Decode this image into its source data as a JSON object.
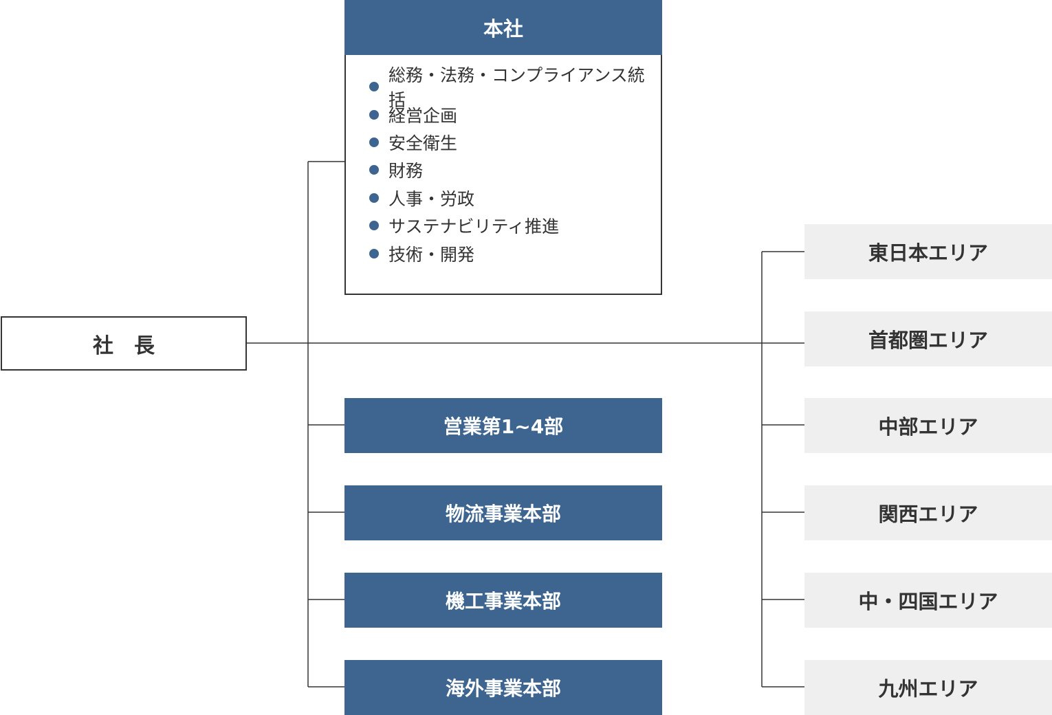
{
  "president": {
    "label": "社　長"
  },
  "headquarters": {
    "title": "本社",
    "items": [
      "総務・法務・コンプライアンス統括",
      "経営企画",
      "安全衛生",
      "財務",
      "人事・労政",
      "サステナビリティ推進",
      "技術・開発"
    ]
  },
  "divisions": [
    "営業第1~4部",
    "物流事業本部",
    "機工事業本部",
    "海外事業本部"
  ],
  "areas": [
    "東日本エリア",
    "首都圏エリア",
    "中部エリア",
    "関西エリア",
    "中・四国エリア",
    "九州エリア"
  ],
  "colors": {
    "navy": "#3d6590",
    "gray_box": "#efefef",
    "line": "#333333"
  }
}
